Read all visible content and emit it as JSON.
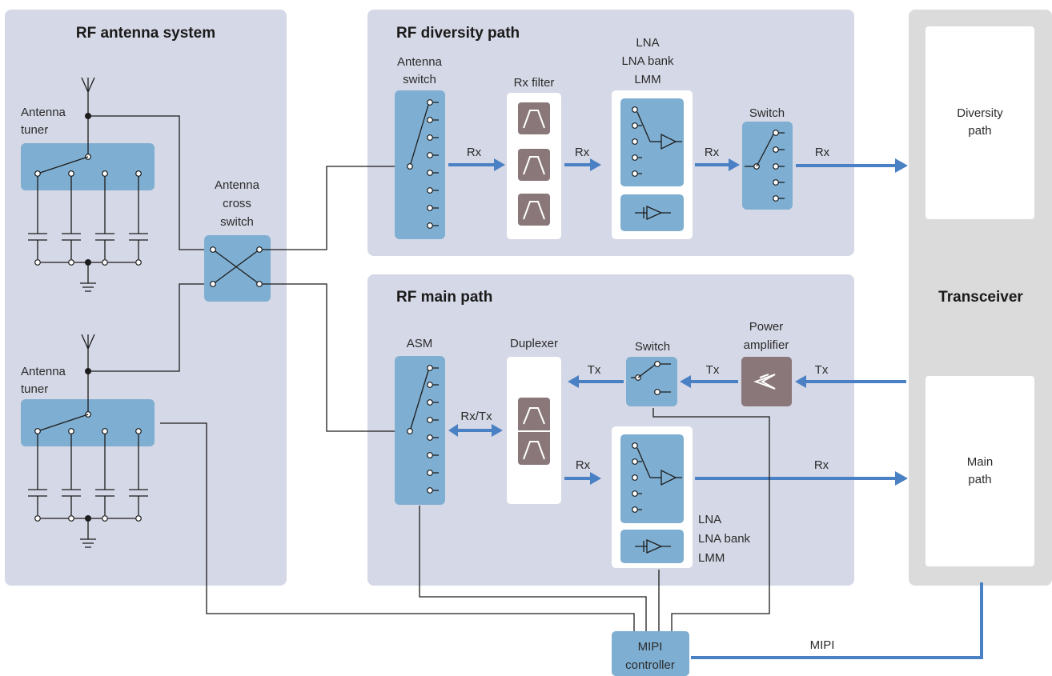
{
  "colors": {
    "panel": "#d5d8e6",
    "transceiver_panel": "#dcdbdc",
    "block_blue": "#7eaed1",
    "filter_brown": "#8a7779",
    "arrow_blue": "#4a80c4",
    "line": "#1c1c1c"
  },
  "panels": {
    "antenna_system": "RF antenna system",
    "diversity_path": "RF diversity path",
    "main_path": "RF main path",
    "transceiver": "Transceiver"
  },
  "antenna_system": {
    "tuner_top": [
      "Antenna",
      "tuner"
    ],
    "tuner_bottom": [
      "Antenna",
      "tuner"
    ],
    "cross_switch": [
      "Antenna",
      "cross",
      "switch"
    ]
  },
  "diversity": {
    "antenna_switch": [
      "Antenna",
      "switch"
    ],
    "rx_filter": "Rx filter",
    "lna": [
      "LNA",
      "LNA bank",
      "LMM"
    ],
    "switch": "Switch",
    "arrows": [
      "Rx",
      "Rx",
      "Rx",
      "Rx"
    ]
  },
  "main": {
    "asm": "ASM",
    "duplexer": "Duplexer",
    "switch": "Switch",
    "power_amplifier": [
      "Power",
      "amplifier"
    ],
    "lna": [
      "LNA",
      "LNA bank",
      "LMM"
    ],
    "arrows": {
      "rx_tx": "Rx/Tx",
      "tx_left": "Tx",
      "tx_mid": "Tx",
      "tx_right": "Tx",
      "rx_in": "Rx",
      "rx_out": "Rx"
    }
  },
  "transceiver": {
    "diversity_path": [
      "Diversity",
      "path"
    ],
    "main_path": [
      "Main",
      "path"
    ]
  },
  "mipi": {
    "controller": [
      "MIPI",
      "controller"
    ],
    "bus_label": "MIPI"
  }
}
